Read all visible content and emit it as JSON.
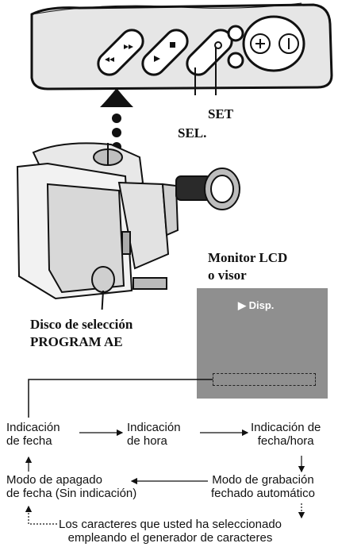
{
  "callouts": {
    "set": "SET",
    "sel": "SEL.",
    "monitor_line1": "Monitor LCD",
    "monitor_line2": "o visor",
    "dial_line1": "Disco de selección",
    "dial_line2": "PROGRAM AE"
  },
  "screen": {
    "disp_label": "▶ Disp."
  },
  "flow": {
    "date_line1": "Indicación",
    "date_line2": "de fecha",
    "time_line1": "Indicación",
    "time_line2": "de hora",
    "datetime_line1": "Indicación de",
    "datetime_line2": "fecha/hora",
    "auto_line1": "Modo de grabación",
    "auto_line2": "fechado automático",
    "off_line1": "Modo de apagado",
    "off_line2": "de fecha (Sin indicación)",
    "chargen_line1": "Los caracteres que usted ha seleccionado",
    "chargen_line2": "empleando el generador de caracteres"
  },
  "colors": {
    "screen_bg": "#8f8f8f",
    "panel_bg": "#e6e6e6",
    "ink": "#111111"
  },
  "icons": [
    "play-icon",
    "rewind-icon",
    "fast-forward-icon",
    "stop-icon",
    "plus-icon",
    "power-icon",
    "up-arrow-icon"
  ]
}
